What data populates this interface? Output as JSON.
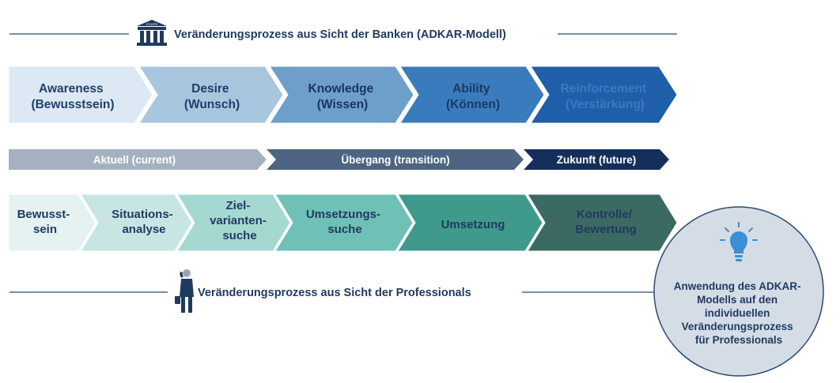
{
  "header": {
    "title": "Veränderungsprozess aus Sicht der Banken (ADKAR-Modell)",
    "bank_sign": "ECHFB",
    "icon": "bank-building-icon"
  },
  "adkar": [
    {
      "line1": "Awareness",
      "line2": "(Bewusstsein)",
      "fill": "#dce8f3",
      "text_color": "#1e3f6b"
    },
    {
      "line1": "Desire",
      "line2": "(Wunsch)",
      "fill": "#a9c6df",
      "text_color": "#1e3f6b"
    },
    {
      "line1": "Knowledge",
      "line2": "(Wissen)",
      "fill": "#6d9fca",
      "text_color": "#17365f"
    },
    {
      "line1": "Ability",
      "line2": "(Können)",
      "fill": "#3a7bbd",
      "text_color": "#1a3a66"
    },
    {
      "line1": "Reinforcement",
      "line2": "(Verstärkung)",
      "fill": "#1f5ea8",
      "text_color": "#3f78c2"
    }
  ],
  "phases": [
    {
      "label": "Aktuell (current)",
      "fill": "#a5b1c1"
    },
    {
      "label": "Übergang (transition)",
      "fill": "#4d6483"
    },
    {
      "label": "Zukunft (future)",
      "fill": "#14305a"
    }
  ],
  "professional_steps": [
    {
      "lines": [
        "Bewusst-",
        "sein"
      ],
      "fill": "#e5f2f1"
    },
    {
      "lines": [
        "Situations-",
        "analyse"
      ],
      "fill": "#c7e6e3"
    },
    {
      "lines": [
        "Ziel-",
        "varianten-",
        "suche"
      ],
      "fill": "#a6d8d2"
    },
    {
      "lines": [
        "Umsetzungs-",
        "suche"
      ],
      "fill": "#6fc0b6"
    },
    {
      "lines": [
        "Umsetzung"
      ],
      "fill": "#3f9a8c"
    },
    {
      "lines": [
        "Kontrolle/",
        "Bewertung"
      ],
      "fill": "#3b6a62"
    }
  ],
  "footer": {
    "title": "Veränderungsprozess aus Sicht der Professionals",
    "icon": "businessman-icon"
  },
  "callout": {
    "icon": "lightbulb-icon",
    "lines": [
      "Anwendung des ADKAR-",
      "Modells auf den",
      "individuellen",
      "Veränderungsprozess",
      "für Professionals"
    ]
  },
  "colors": {
    "navy": "#1f3a5f",
    "line": "#2c4a70",
    "circle_fill": "#d4dce6",
    "circle_stroke": "#2c4a70",
    "bulb": "#3a8fd6"
  }
}
